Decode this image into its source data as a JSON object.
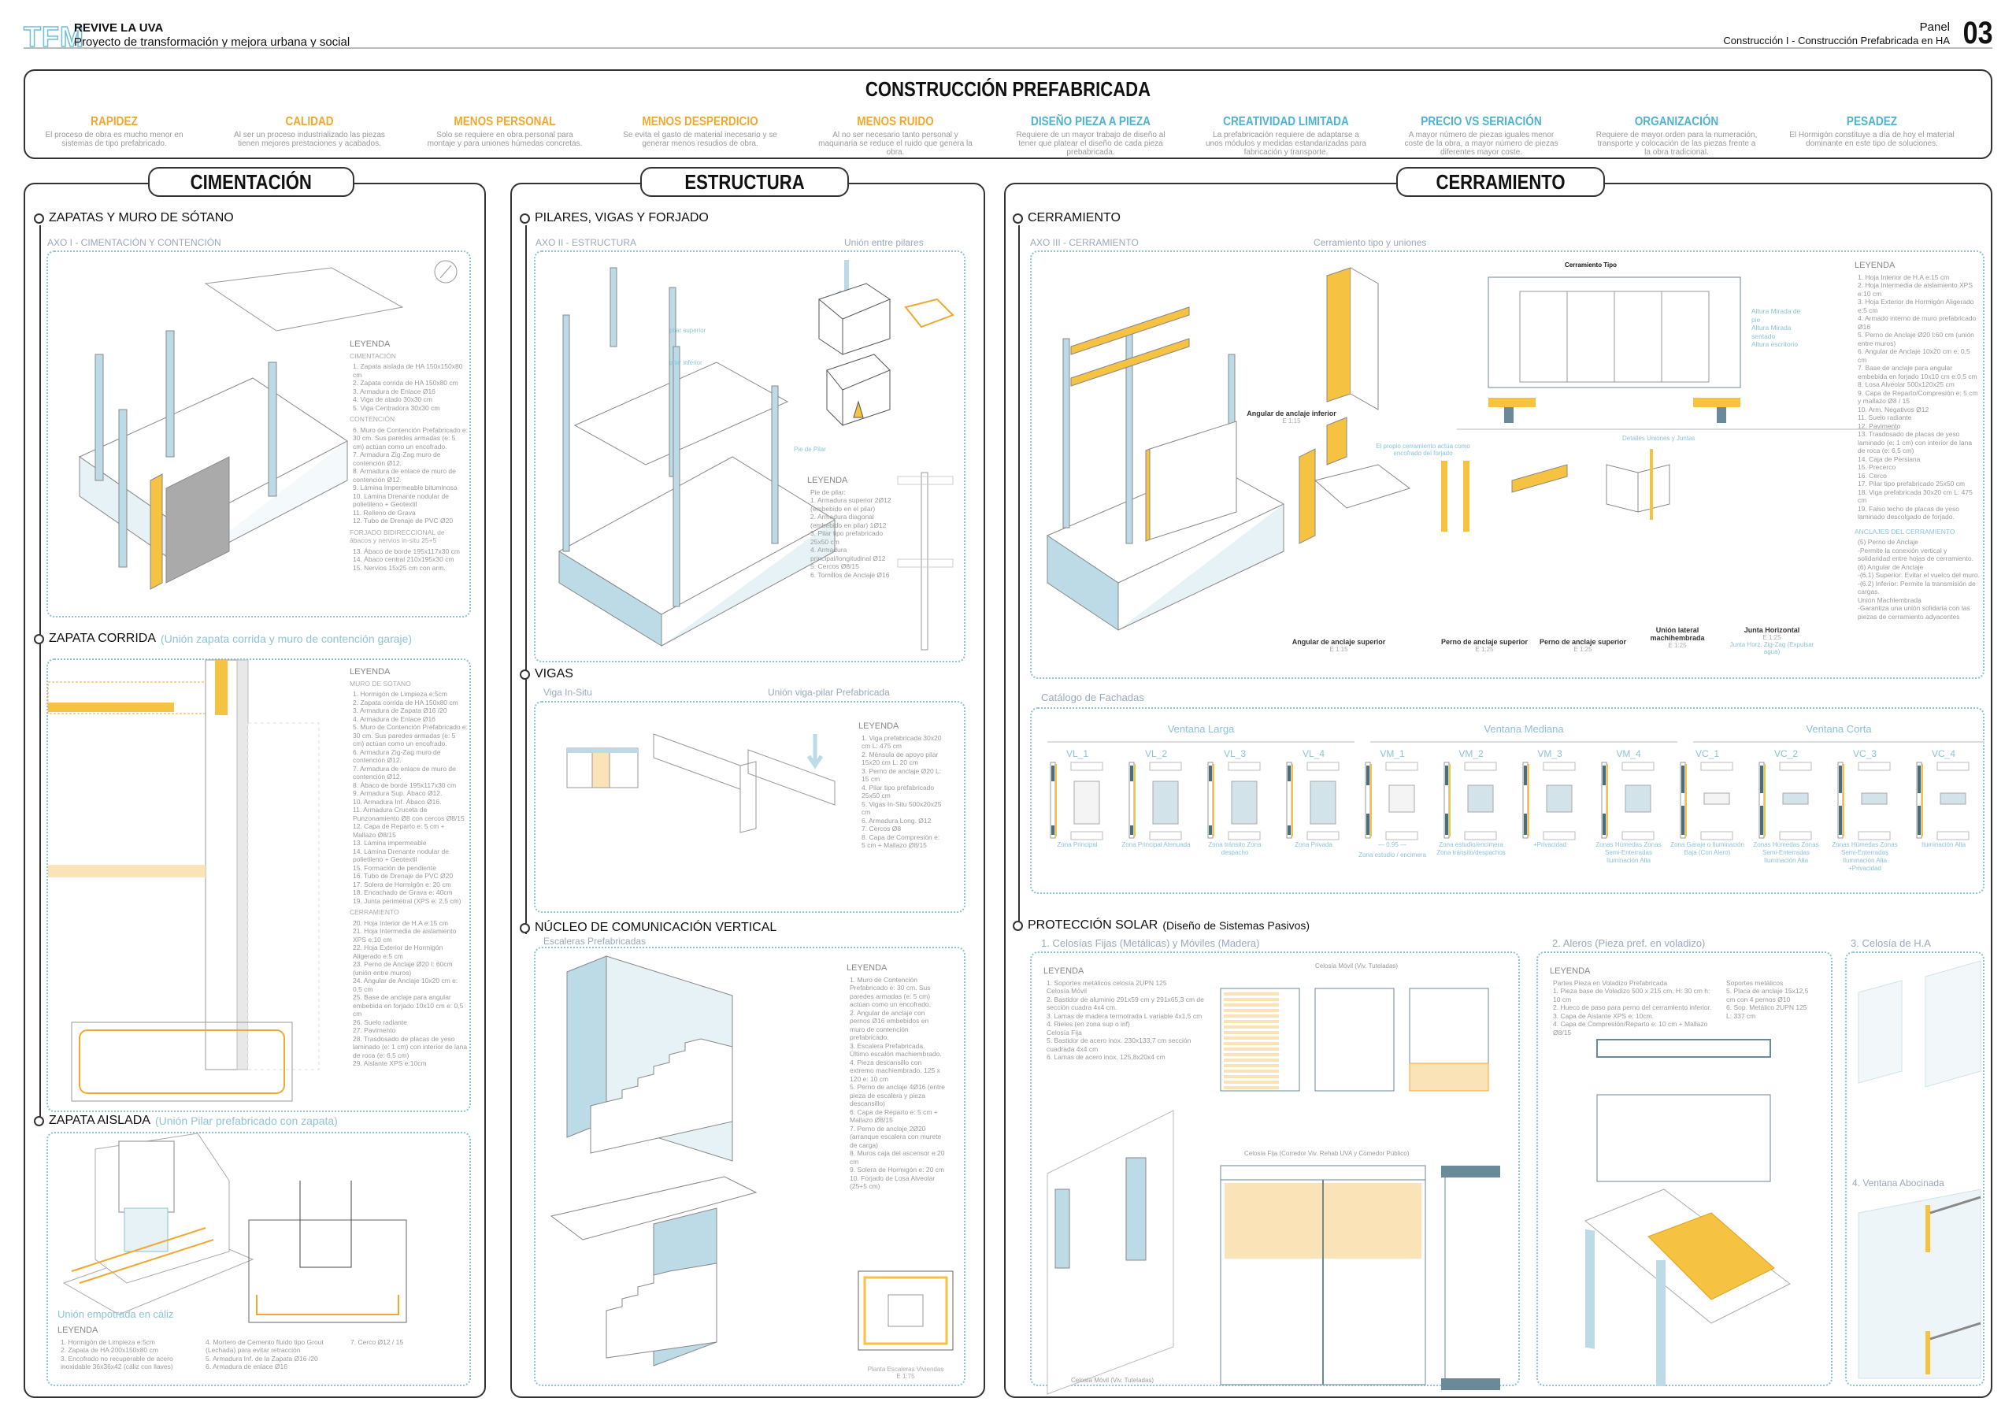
{
  "header": {
    "logo": "TFM",
    "project": "REVIVE LA UVA",
    "subtitle": "Proyecto de transformación y mejora urbana y social",
    "panel_label": "Panel",
    "panel_subtitle": "Construcción I - Construcción Prefabricada en HA",
    "panel_number": "03"
  },
  "banner": {
    "title": "CONSTRUCCIÓN PREFABRICADA",
    "features": [
      {
        "title": "RAPIDEZ",
        "text": "El proceso de obra es mucho menor en sistemas de tipo prefabricado.",
        "type": "pro"
      },
      {
        "title": "CALIDAD",
        "text": "Al ser un proceso industrializado las piezas tienen mejores prestaciones y acabados.",
        "type": "pro"
      },
      {
        "title": "MENOS PERSONAL",
        "text": "Solo se requiere en obra personal para montaje y para uniones húmedas concretas.",
        "type": "pro"
      },
      {
        "title": "MENOS DESPERDICIO",
        "text": "Se evita el gasto de material inecesario y se generar menos resudios de obra.",
        "type": "pro"
      },
      {
        "title": "MENOS RUIDO",
        "text": "Al no ser necesario tanto personal y maquinaria se reduce el ruido que genera la obra.",
        "type": "pro"
      },
      {
        "title": "DISEÑO PIEZA A PIEZA",
        "text": "Requiere de un mayor trabajo de diseño al tener que platear el diseño de cada pieza prebabricada.",
        "type": "con"
      },
      {
        "title": "CREATIVIDAD LIMITADA",
        "text": "La prefabricación requiere de adaptarse a unos módulos y medidas estandarizadas para fabricación y transporte.",
        "type": "con"
      },
      {
        "title": "PRECIO VS SERIACIÓN",
        "text": "A mayor número de piezas iguales menor coste de la obra, a mayor número de piezas diferentes mayor coste.",
        "type": "con"
      },
      {
        "title": "ORGANIZACIÓN",
        "text": "Requiere de mayor orden para la numeración, transporte y colocación de las piezas frente a la obra tradicional.",
        "type": "con"
      },
      {
        "title": "PESADEZ",
        "text": "El Hormigón constituye a día de hoy el material dominante en este tipo de soluciones.",
        "type": "con"
      }
    ]
  },
  "colors": {
    "pro": "#f0a830",
    "con": "#4fb3cf",
    "drawing": "#bcdbe6",
    "insulation": "#f5c242"
  },
  "cimentacion": {
    "tab": "CIMENTACIÓN",
    "s1": {
      "title": "ZAPATAS Y MURO DE SÓTANO",
      "axo": "AXO I - CIMENTACIÓN Y CONTENCIÓN",
      "legend": {
        "title": "LEYENDA",
        "groups": [
          {
            "name": "CIMENTACIÓN",
            "items": [
              "1. Zapata aislada de HA 150x150x80 cm",
              "2. Zapata corrida de HA 150x80 cm",
              "3. Armadura de Enlace Ø16",
              "4. Viga de atado 30x30 cm",
              "5. Viga Centradora 30x30 cm"
            ]
          },
          {
            "name": "CONTENCIÓN",
            "items": [
              "6. Muro de Contención Prefabricado e: 30 cm. Sus paredes armadas (e: 5 cm) actúan como un encofrado.",
              "7. Armadura Zig-Zag muro de contención Ø12.",
              "8. Armadura de enlace de muro de contención Ø12.",
              "9. Lámina Impermeable bituminosa",
              "10. Lámina Drenante nodular de polietileno + Geotextil",
              "11. Relleno de Grava",
              "12. Tubo de Drenaje de PVC Ø20"
            ]
          },
          {
            "name": "FORJADO BIDIRECCIONAL de ábacos y nervios in-situ 25+5",
            "items": [
              "13. Ábaco de borde 195x117x30 cm",
              "14. Ábaco central 210x195x30 cm",
              "15. Nervios 15x25 cm con arm."
            ]
          }
        ]
      }
    },
    "s2": {
      "title": "ZAPATA CORRIDA",
      "subtitle": "(Unión zapata corrida y muro de contención garaje)",
      "legend": {
        "title": "LEYENDA",
        "groups": [
          {
            "name": "MURO DE SÓTANO",
            "items": [
              "1. Hormigón de Limpieza e:5cm",
              "2. Zapata corrida de HA 150x80 cm",
              "3. Armadura de Zapata Ø16 /20",
              "4. Armadura de Enlace Ø16",
              "5. Muro de Contención Prefabricado e: 30 cm. Sus paredes armadas (e: 5 cm) actúan como un encofrado.",
              "6. Armadura Zig-Zag muro de contención Ø12.",
              "7. Armadura de enlace de muro de contención Ø12.",
              "8. Ábaco de borde 195x117x30 cm",
              "9. Armadura Sup. Ábaco Ø12.",
              "10. Armadura Inf. Ábaco Ø16.",
              "11. Armadura Cruceta de Punzonamiento Ø8 con cercos Ø8/15",
              "12. Capa de Reparto e: 5 cm + Mallazo Ø8/15",
              "13. Lámina impermeable",
              "14. Lámina Drenante nodular de polietileno + Geotextil",
              "15. Formación de pendiente",
              "16. Tubo de Drenaje de PVC Ø20",
              "17. Solera de Hormigón e: 20 cm",
              "18. Encachado de Grava e: 40cm",
              "19. Junta perimetral (XPS e: 2,5 cm)"
            ]
          },
          {
            "name": "CERRAMIENTO",
            "items": [
              "20. Hoja Interior de H.A e:15 cm",
              "21. Hoja Intermedia de aislamiento XPS e:10 cm",
              "22. Hoja Exterior de Hormigón Aligerado e:5 cm",
              "23. Perno de Anclaje Ø20 l: 60cm (unión entre muros)",
              "24. Angular de Anclaje 10x20 cm e: 0,5 cm",
              "25. Base de anclaje para angular embebida en forjado 10x10 cm e: 0,5 cm",
              "26. Suelo radiante",
              "27. Pavimento",
              "28. Trasdosado de placas de yeso laminado (e: 1 cm) con interior de lana de roca (e: 6,5 cm)",
              "29. Aislante XPS e:10cm"
            ]
          }
        ]
      }
    },
    "s3": {
      "title": "ZAPATA AISLADA",
      "subtitle": "(Unión Pilar prefabricado con zapata)",
      "caption": "Unión empotrada en cáliz",
      "legend": {
        "title": "LEYENDA",
        "col1": [
          "1. Hormigón de Limpieza e:5cm",
          "2. Zapata de HA 200x150x80 cm",
          "3. Encofrado no recuperable de acero inoxidable 36x36x42 (cáliz con llaves)"
        ],
        "col2": [
          "4. Mortero de Cemento fluido tipo Grout (Lechada) para evitar retracción",
          "5. Armadura Inf. de la Zapata Ø16 /20",
          "6. Armadura de enlace Ø16"
        ],
        "col3": [
          "7. Cerco Ø12 / 15"
        ]
      }
    }
  },
  "estructura": {
    "tab": "ESTRUCTURA",
    "s1": {
      "title": "PILARES, VIGAS Y FORJADO",
      "axo": "AXO II - ESTRUCTURA",
      "detail": "Unión entre pilares",
      "label_sup": "pilar superior",
      "label_inf": "pilar inferior",
      "label_pie": "Pie de Pilar",
      "legend": {
        "title": "LEYENDA",
        "items": [
          "Pie de pilar:",
          "1. Armadura superior 2Ø12 (embebido en el pilar)",
          "2. Armadura diagonal (embebido en pilar) 1Ø12",
          "3. Pilar tipo prefabricado 25x50 cm",
          "4. Armadura principal/longitudinal Ø12",
          "5. Cercos Ø8/15",
          "6. Tornillos de Anclaje Ø16"
        ]
      }
    },
    "s2": {
      "title": "VIGAS",
      "left": "Viga In-Situ",
      "right": "Unión viga-pilar Prefabricada",
      "legend": {
        "title": "LEYENDA",
        "items": [
          "1. Viga prefabricada 30x20 cm L: 475 cm",
          "2. Ménsula de apoyo pilar 15x20 cm L: 20 cm",
          "3. Perno de anclaje Ø20 L: 15 cm",
          "4. Pilar tipo prefabricado 25x50 cm",
          "5. Vigas In-Situ 500x20x25 cm",
          "6. Armadura Long. Ø12",
          "7. Cercos Ø8",
          "8. Capa de Compresión e: 5 cm + Mallazo Ø8/15"
        ]
      }
    },
    "s3": {
      "title": "NÚCLEO DE COMUNICACIÓN VERTICAL",
      "sub": "Escaleras Prefabricadas",
      "plan": "Planta Escaleras Viviendas",
      "plan_scale": "E 1:75",
      "legend": {
        "title": "LEYENDA",
        "items": [
          "1. Muro de Contención Prefabricado e: 30 cm. Sus paredes armadas (e: 5 cm) actúan como un encofrado.",
          "2. Angular de anclaje con pernos Ø16 embebidos en muro de contención prefabricado.",
          "3. Escalera Prefabricada. Último escalón machiembrado.",
          "4. Pieza descansillo con extremo machiembrado. 125 x 120 e: 10 cm",
          "5. Perno de anclaje 4Ø16 (entre pieza de escalera y pieza descansillo)",
          "6. Capa de Reparto e: 5 cm + Mallazo Ø8/15",
          "7. Perno de anclaje 2Ø20 (arranque escalera con murete de carga)",
          "8. Muros caja del ascensor e:20 cm",
          "9. Solera de Hormigón e: 20 cm",
          "10. Forjado de Losa Alveolar (25+5 cm)"
        ]
      }
    }
  },
  "cerramiento": {
    "tab": "CERRAMIENTO",
    "s1": {
      "title": "CERRAMIENTO",
      "axo": "AXO III - CERRAMIENTO",
      "sub": "Cerramiento tipo y uniones",
      "tipo": "Cerramiento Tipo",
      "note": "El propio cerramiento actúa como encofrado del forjado",
      "juntas": "Detalles Uniones y Juntas",
      "details": [
        {
          "name": "Angular de anclaje inferior",
          "scale": "E 1:15"
        },
        {
          "name": "Angular de anclaje superior",
          "scale": "E 1:15"
        },
        {
          "name": "Perno de anclaje superior",
          "scale": "E 1:25"
        },
        {
          "name": "Perno de anclaje superior",
          "scale": "E 1:25"
        },
        {
          "name": "Unión lateral machihembrada",
          "scale": "E 1:25"
        },
        {
          "name": "Junta Horizontal",
          "scale": "E 1:25",
          "note": "Junta Horz. Zig-Zag (Expulsar agua)"
        }
      ],
      "side_labels": [
        "Altura Mirada de pie",
        "Altura Mirada sentado",
        "Altura escritorio"
      ],
      "legend": {
        "title": "LEYENDA",
        "items": [
          "1. Hoja Interior de H.A e:15 cm",
          "2. Hoja Intermedia de aislamiento XPS e:10 cm",
          "3. Hoja Exterior de Hormigón Aligerado e:5 cm",
          "4. Armado interno de muro prefabricado Ø16",
          "5. Perno de Anclaje Ø20 l:60 cm (unión entre muros)",
          "6. Angular de Anclaje 10x20 cm e: 0,5 cm",
          "7. Base de anclaje para angular embebida en forjado 10x10 cm e:0,5 cm",
          "8. Losa Alveolar 500x120x25 cm",
          "9. Capa de Reparto/Compresión e: 5 cm y mallazo Ø8 / 15",
          "10. Arm. Negativos Ø12",
          "11. Suelo radiante",
          "12. Pavimento",
          "13. Trasdosado de placas de yeso laminado (e: 1 cm) con interior de lana de roca (e: 6,5 cm)",
          "14. Caja de Persiana",
          "15. Precerco",
          "16. Cerco",
          "17. Pilar tipo prefabricado 25x50 cm",
          "18. Viga prefabricada 30x20 cm L: 475 cm",
          "19. Falso techo de placas de yeso laminado descolgado de forjado."
        ],
        "anclajes_title": "ANCLAJES DEL CERRAMIENTO",
        "anclajes": [
          "(5) Perno de Anclaje",
          "-Permite la conexión vertical y solidaridad entre hojas de cerramiento.",
          "(6) Angular de Anclaje",
          "-(6.1) Superior: Evitar el vuelco del muro.",
          "-(6.2) Inferior: Permite la transmisión de cargas.",
          "Unión Machiembrada",
          "-Garantiza una unión solidaria con las piezas de cerramiento adyacentes"
        ]
      }
    },
    "catalog": {
      "title": "Catálogo de Fachadas",
      "groups": [
        "Ventana Larga",
        "Ventana Mediana",
        "Ventana Corta"
      ],
      "dim": "0.95",
      "items": [
        {
          "code": "VL_1",
          "desc": "Zona Principal"
        },
        {
          "code": "VL_2",
          "desc": "Zona Principal Atenuada"
        },
        {
          "code": "VL_3",
          "desc": "Zona tránsito Zona despacho"
        },
        {
          "code": "VL_4",
          "desc": "Zona Privada"
        },
        {
          "code": "VM_1",
          "desc": "Zona estudio / encimera"
        },
        {
          "code": "VM_2",
          "desc": "Zona estudio/encimera Zona tránsito/despachos"
        },
        {
          "code": "VM_3",
          "desc": "+Privacidad"
        },
        {
          "code": "VM_4",
          "desc": "Zonas Húmedas Zonas Semi-Enterradas Iluminación Alta"
        },
        {
          "code": "VC_1",
          "desc": "Zona Garaje o Iluminación Baja (Con Alero)"
        },
        {
          "code": "VC_2",
          "desc": "Zonas Húmedas Zonas Semi-Enterradas Iluminación Alta"
        },
        {
          "code": "VC_3",
          "desc": "Zonas Húmedas Zonas Semi-Enterradas Iluminación Alta +Privacidad"
        },
        {
          "code": "VC_4",
          "desc": "Iluminación Alta"
        }
      ]
    },
    "solar": {
      "title": "PROTECCIÓN SOLAR",
      "subtitle": "(Diseño de Sistemas Pasivos)",
      "b1": {
        "title": "1. Celosías Fijas (Metálicas) y Móviles (Madera)",
        "movil": "Celosía Móvil (Viv. Tuteladas)",
        "fija": "Celosía Fija (Corredor Viv. Rehab UVA y Comedor Público)",
        "movil_bottom": "Celosía Móvil (Viv. Tuteladas)",
        "legend": {
          "title": "LEYENDA",
          "items": [
            "1. Soportes metálicos celosía 2UPN 125",
            "Celosía Móvil",
            "2. Bastidor de aluminio 291x59 cm y 291x65,3 cm de sección cuadra 4x4 cm.",
            "3. Lamas de madera termotrada L variable 4x1,5 cm",
            "4. Rieles (en zona sup o inf)",
            "Celosía Fija",
            "5. Bastidor de acero inox. 230x133,7 cm sección cuadrada 4x4 cm",
            "6. Lamas de acero inox. 125,8x20x4 cm"
          ]
        }
      },
      "b2": {
        "title": "2. Aleros (Pieza pref. en voladizo)",
        "legend": {
          "title": "LEYENDA",
          "col1": [
            "Partes Pieza en Voladizo Prefabricada",
            "1. Pieza base de Voladizo 500 x 215 cm. H: 30 cm h: 10 cm",
            "2. Hueco de paso para perno del cerramiento inferior.",
            "3. Capa de Aislante XPS e: 10cm.",
            "4. Capa de Compresión/Reparto e: 10 cm + Mallazo Ø8/15"
          ],
          "col2": [
            "Soportes metálicos",
            "5. Placa de anclaje 15x12,5 cm con 4 pernos Ø10",
            "6. Sop. Metálico 2UPN 125 L: 337 cm"
          ]
        }
      },
      "b3": {
        "title": "3. Celosía de H.A"
      },
      "b4": {
        "title": "4. Ventana Abocinada"
      }
    }
  }
}
